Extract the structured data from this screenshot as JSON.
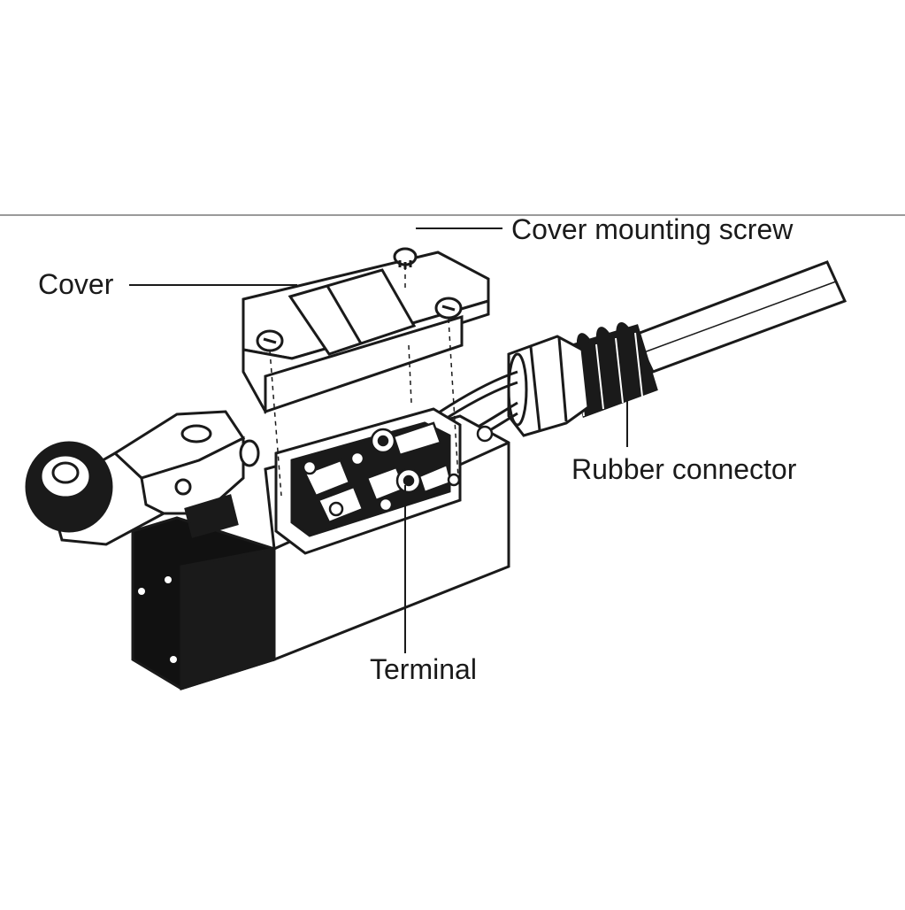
{
  "labels": {
    "cover_mounting_screw": "Cover mounting screw",
    "cover": "Cover",
    "rubber_connector": "Rubber connector",
    "terminal": "Terminal"
  },
  "colors": {
    "ink": "#1a1a1a",
    "fill_light": "#ffffff",
    "fill_dark": "#111111",
    "rule_line": "#999999"
  }
}
